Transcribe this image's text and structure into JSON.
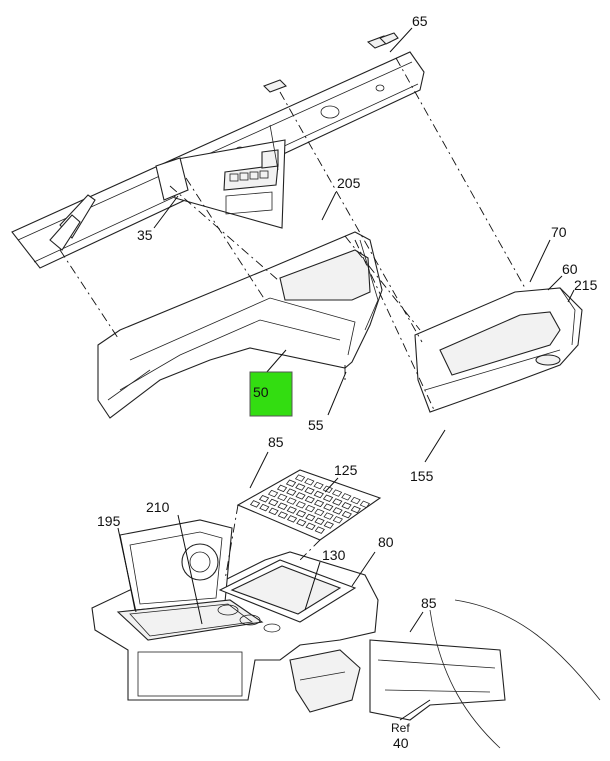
{
  "callouts": {
    "c65": "65",
    "c205": "205",
    "c35": "35",
    "c70": "70",
    "c60": "60",
    "c215": "215",
    "c50": "50",
    "c55": "55",
    "c155": "155",
    "c85a": "85",
    "c125": "125",
    "c210": "210",
    "c195": "195",
    "c80": "80",
    "c130": "130",
    "c85b": "85",
    "ref": "Ref",
    "c40": "40"
  },
  "colors": {
    "highlight": "#33dd11"
  }
}
